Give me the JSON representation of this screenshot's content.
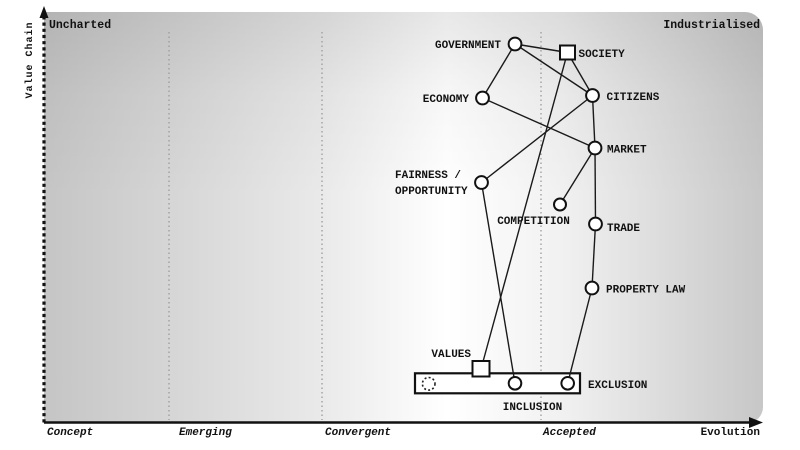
{
  "map": {
    "top_left_label": "Uncharted",
    "top_right_label": "Industrialised",
    "y_axis_label": "Value Chain",
    "x_axis_label": "Evolution",
    "stages": [
      "Concept",
      "Emerging",
      "Convergent",
      "Accepted"
    ]
  },
  "nodes": {
    "government": {
      "label": "GOVERNMENT",
      "shape": "circle"
    },
    "society": {
      "label": "SOCIETY",
      "shape": "square"
    },
    "economy": {
      "label": "ECONOMY",
      "shape": "circle"
    },
    "citizens": {
      "label": "CITIZENS",
      "shape": "circle"
    },
    "market": {
      "label": "MARKET",
      "shape": "circle"
    },
    "fairness": {
      "label": "FAIRNESS /",
      "label_line2": "OPPORTUNITY",
      "shape": "circle"
    },
    "competition": {
      "label": "COMPETITION",
      "shape": "circle"
    },
    "trade": {
      "label": "TRADE",
      "shape": "circle"
    },
    "property_law": {
      "label": "PROPERTY LAW",
      "shape": "circle"
    },
    "values": {
      "label": "VALUES",
      "shape": "square"
    },
    "inclusion": {
      "label": "INCLUSION",
      "shape": "circle"
    },
    "exclusion": {
      "label": "EXCLUSION",
      "shape": "circle"
    },
    "pipeline_placeholder": {
      "shape": "dashed-circle"
    }
  },
  "edges": [
    [
      "government",
      "society"
    ],
    [
      "government",
      "economy"
    ],
    [
      "government",
      "citizens"
    ],
    [
      "society",
      "citizens"
    ],
    [
      "society",
      "values"
    ],
    [
      "economy",
      "market"
    ],
    [
      "citizens",
      "market"
    ],
    [
      "citizens",
      "fairness"
    ],
    [
      "market",
      "competition"
    ],
    [
      "market",
      "trade"
    ],
    [
      "trade",
      "property_law"
    ],
    [
      "property_law",
      "exclusion"
    ],
    [
      "fairness",
      "inclusion"
    ]
  ],
  "colors": {
    "ink": "#111111",
    "stage_boundary": "#9b9b9b",
    "gradient_edge": "#c6c6c6",
    "gradient_center": "#ffffff"
  }
}
